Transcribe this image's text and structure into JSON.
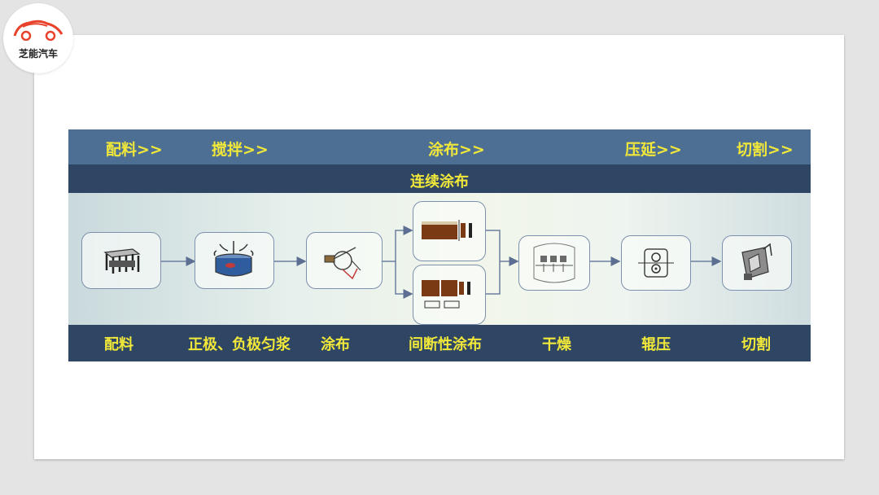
{
  "logo": {
    "text": "芝能汽车"
  },
  "stages": [
    "配料>>",
    "搅拌>>",
    "涂布>>",
    "压延>>",
    "切割>>"
  ],
  "subtitle": "连续涂布",
  "labels": [
    "配料",
    "正极、负极匀浆",
    "涂布",
    "间断性涂布",
    "干燥",
    "辊压",
    "切割"
  ],
  "colors": {
    "stage_bar": "#4d6f93",
    "dark_bar": "#2e4664",
    "text_yellow": "#f1e83a",
    "coating": "#7a3a14"
  },
  "icons": [
    "batching-machine-icon",
    "mixing-tank-icon",
    "coating-roller-icon",
    "intermittent-coating-icon",
    "dryer-icon",
    "roller-press-icon",
    "cutting-machine-icon"
  ]
}
